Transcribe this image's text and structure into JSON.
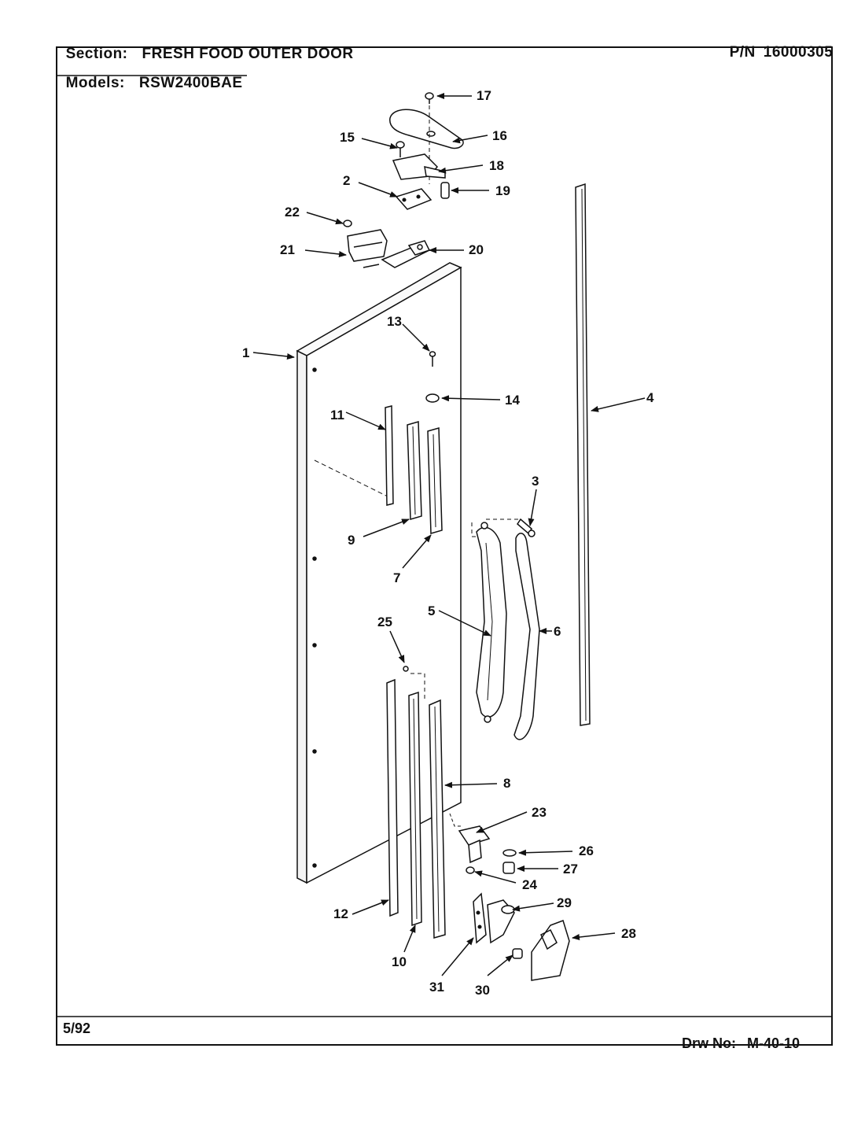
{
  "header": {
    "section_label": "Section:",
    "section_value": "FRESH FOOD OUTER DOOR",
    "pn_label": "P/N",
    "pn_value": "16000305",
    "models_label": "Models:",
    "models_value": "RSW2400BAE"
  },
  "footer": {
    "date": "5/92",
    "drawing_label": "Drw No:",
    "drawing_value": "M-40-10"
  },
  "callouts": [
    "1",
    "2",
    "3",
    "4",
    "5",
    "6",
    "7",
    "8",
    "9",
    "10",
    "11",
    "12",
    "13",
    "14",
    "15",
    "16",
    "17",
    "18",
    "19",
    "20",
    "21",
    "22",
    "23",
    "24",
    "25",
    "26",
    "27",
    "28",
    "29",
    "30",
    "31"
  ]
}
